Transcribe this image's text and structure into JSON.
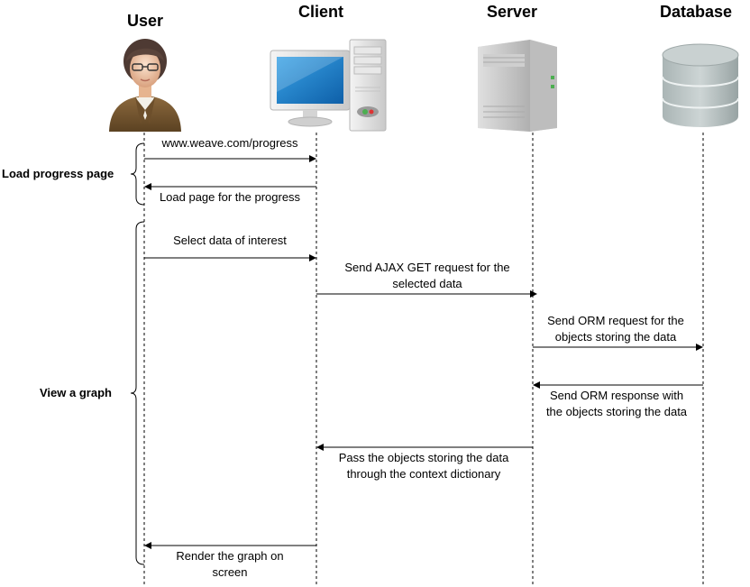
{
  "actors": {
    "user": "User",
    "client": "Client",
    "server": "Server",
    "database": "Database"
  },
  "groups": {
    "load": "Load progress page",
    "view": "View a graph"
  },
  "messages": {
    "m1": "www.weave.com/progress",
    "m2": "Load page for the progress",
    "m3": "Select data of interest",
    "m4": "Send AJAX GET request for the selected data",
    "m5": "Send ORM request for the objects storing the data",
    "m6": "Send ORM response with the objects storing the data",
    "m7": "Pass the objects storing the data through the context dictionary",
    "m8": "Render the graph on screen"
  }
}
